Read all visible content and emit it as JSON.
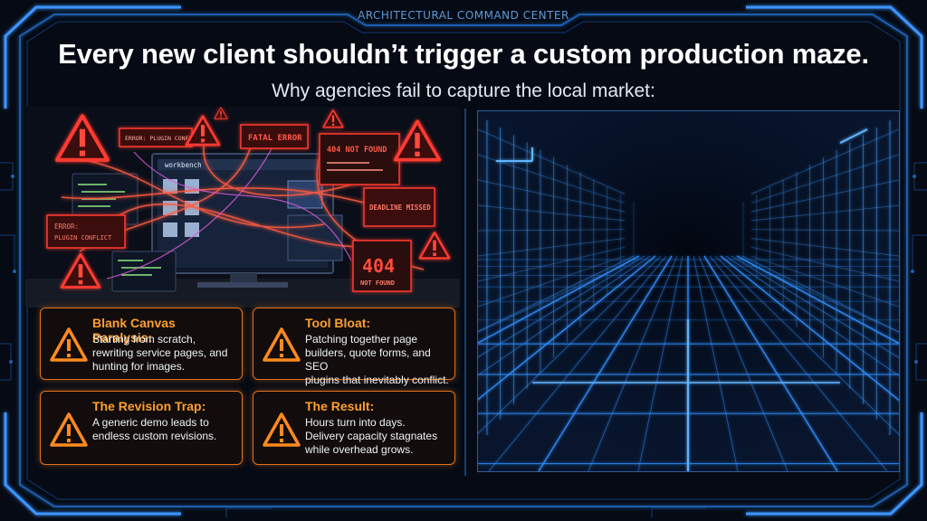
{
  "header": {
    "label": "ARCHITECTURAL COMMAND CENTER",
    "headline": "Every new client shouldn’t trigger a custom production maze.",
    "subheadline": "Why agencies fail to capture the local market:"
  },
  "illustration": {
    "error_plugin_conflict_top": "ERROR: PLUGIN CONFLICT",
    "fatal_error": "FATAL ERROR",
    "not_found_top": "404 NOT FOUND",
    "workbench": "workbench",
    "error_label": "ERROR:",
    "plugin_conflict": "PLUGIN CONFLICT",
    "deadline_missed": "DEADLINE MISSED",
    "code_404": "404",
    "not_found": "NOT FOUND"
  },
  "cards": [
    {
      "title": "Blank Canvas Paralysis:",
      "lines": [
        "Starting from scratch,",
        "rewriting service pages, and",
        "hunting for images."
      ]
    },
    {
      "title": "Tool Bloat:",
      "lines": [
        "Patching together page",
        "builders, quote forms, and SEO",
        "plugins that inevitably conflict."
      ]
    },
    {
      "title": "The Revision Trap:",
      "lines": [
        "A generic demo leads to",
        "endless custom revisions."
      ]
    },
    {
      "title": "The Result:",
      "lines": [
        "Hours turn into days.",
        "Delivery capacity stagnates",
        "while overhead grows."
      ]
    }
  ],
  "colors": {
    "accent_orange": "#ff9f2e",
    "card_border": "#e3731e",
    "alert_red": "#ff3b30",
    "frame_blue": "#2f7fd9",
    "background": "#050a14"
  },
  "icons": {
    "card_icon": "warning-triangle-icon",
    "decoration": "circuit-frame"
  }
}
